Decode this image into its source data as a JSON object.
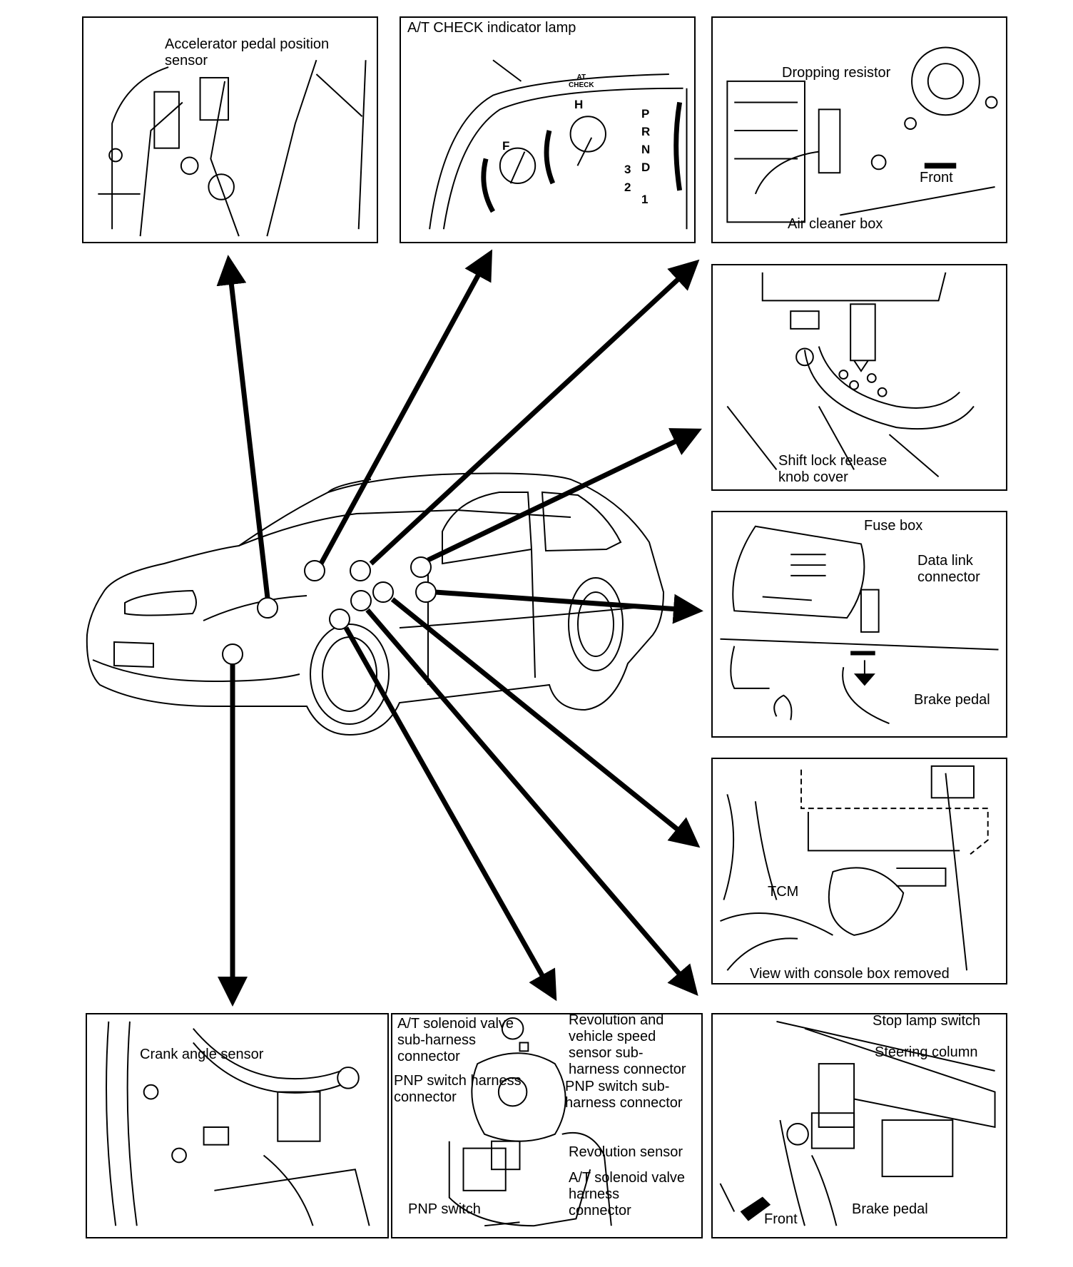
{
  "panels": {
    "accelerator": {
      "label": "Accelerator pedal position\nsensor"
    },
    "at_check": {
      "label": "A/T CHECK indicator lamp",
      "lamp_text": "AT\nCHECK",
      "gauge_f": "F",
      "gauge_h": "H",
      "gear_positions": [
        "P",
        "R",
        "N",
        "D",
        "3",
        "2",
        "1"
      ]
    },
    "dropping_resistor": {
      "label_resistor": "Dropping resistor",
      "label_front": "Front",
      "label_air": "Air cleaner box"
    },
    "shift_lock": {
      "label": "Shift lock release\nknob cover"
    },
    "fuse_box": {
      "label_fuse": "Fuse box",
      "label_dlc": "Data link\nconnector",
      "label_brake": "Brake pedal"
    },
    "tcm": {
      "label_tcm": "TCM",
      "label_view": "View with console box removed"
    },
    "crank": {
      "label": "Crank angle sensor"
    },
    "transmission": {
      "label_at_sub": "A/T solenoid valve\nsub-harness\nconnector",
      "label_rev_vss": "Revolution and\nvehicle speed\nsensor sub-\nharness connector",
      "label_pnp_harness": "PNP switch harness\nconnector",
      "label_pnp_sub": "PNP switch sub-\nharness connector",
      "label_rev_sensor": "Revolution sensor",
      "label_at_harness": "A/T solenoid valve\nharness\nconnector",
      "label_pnp_switch": "PNP switch"
    },
    "stop_lamp": {
      "label_stop": "Stop lamp switch",
      "label_steering": "Steering column",
      "label_front": "Front",
      "label_brake": "Brake pedal"
    }
  }
}
